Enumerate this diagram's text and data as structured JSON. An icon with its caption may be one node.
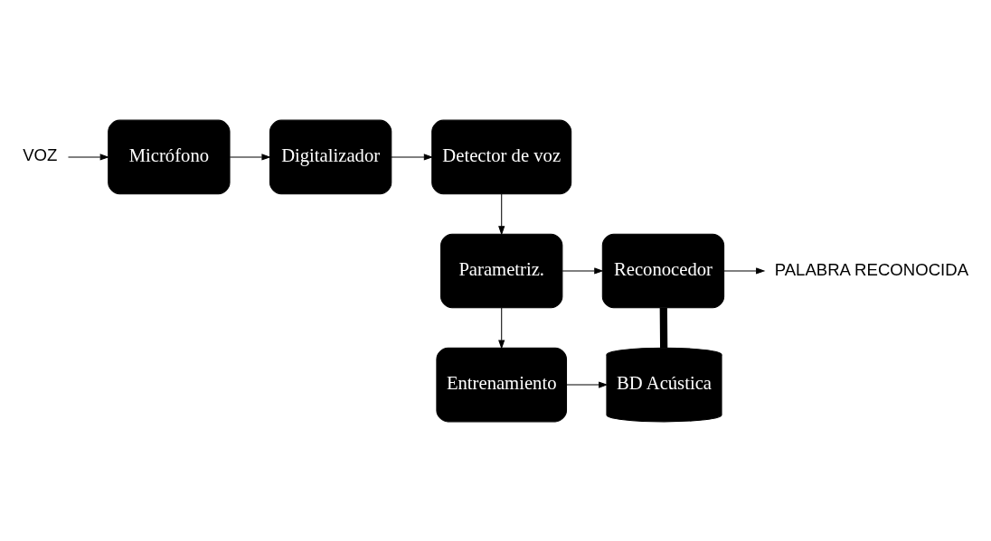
{
  "diagram": {
    "nodes": [
      {
        "text": [
          "VOZ"
        ]
      },
      {
        "text": [
          "Micrófono"
        ]
      },
      {
        "text": [
          "Digitalizador"
        ]
      },
      {
        "text": [
          "Detector de voz"
        ]
      },
      {
        "text": [
          "Parametriz."
        ]
      },
      {
        "text": [
          "Reconocedor"
        ]
      },
      {
        "text": [
          "PALABRA RECONOCIDA"
        ]
      },
      {
        "text": [
          "Entrenamiento"
        ]
      },
      {
        "text": [
          "BD Acústica"
        ]
      }
    ],
    "edges": [
      {
        "from": 0,
        "to": 1,
        "arrow": "to"
      },
      {
        "from": 1,
        "to": 2,
        "arrow": "to"
      },
      {
        "from": 2,
        "to": 3,
        "arrow": "to"
      },
      {
        "from": 3,
        "to": 4,
        "arrow": "to"
      },
      {
        "from": 4,
        "to": 5,
        "arrow": "to"
      },
      {
        "from": 4,
        "to": 7,
        "arrow": "to"
      },
      {
        "from": 7,
        "to": 8,
        "arrow": "to"
      },
      {
        "from": 5,
        "to": 8,
        "arrow": "none",
        "style": "thick"
      },
      {
        "from": 5,
        "to": 6,
        "arrow": "to"
      }
    ]
  }
}
